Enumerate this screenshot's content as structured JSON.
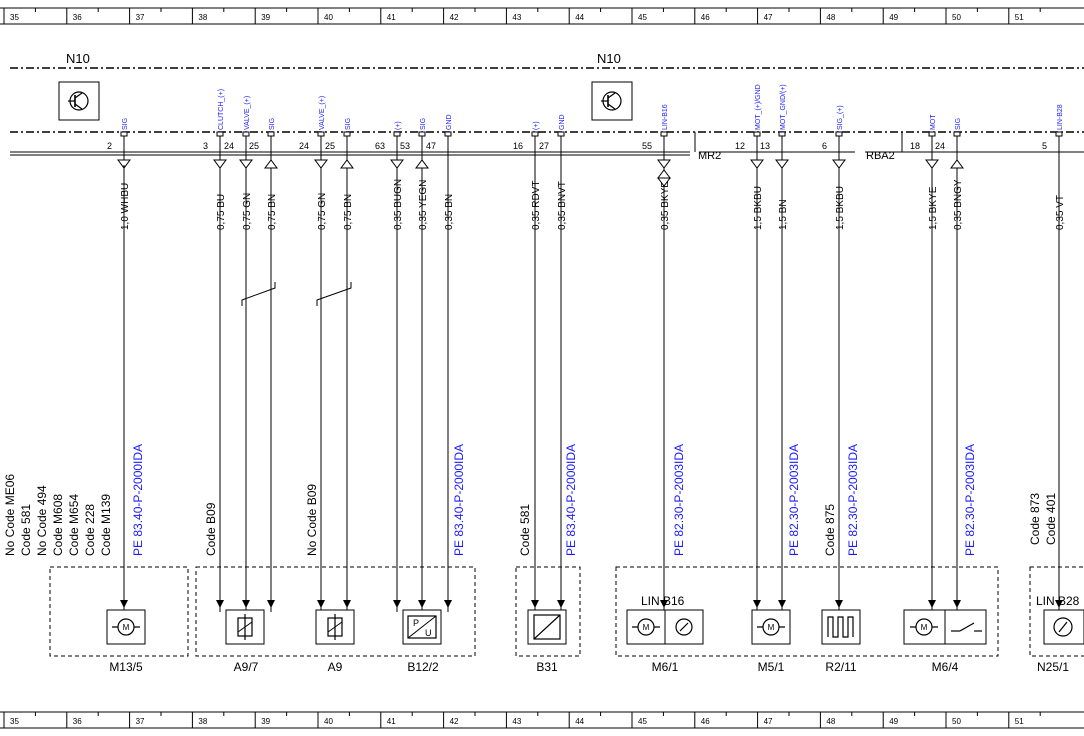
{
  "grid": [
    "35",
    "36",
    "37",
    "38",
    "39",
    "40",
    "41",
    "42",
    "43",
    "44",
    "45",
    "46",
    "47",
    "48",
    "49",
    "50",
    "51"
  ],
  "modules": [
    {
      "id": "N10",
      "label": "N10"
    },
    {
      "id": "N10b",
      "label": "N10"
    }
  ],
  "connectors": [
    "MR2",
    "RBA2"
  ],
  "wires": [
    {
      "id": "w1",
      "func": "SIG",
      "pin": "2",
      "cross": "1,0 WHBU",
      "dir": "out"
    },
    {
      "id": "w2",
      "func": "CLUTCH_(+)",
      "pin": "3",
      "cross": "0,75 BU",
      "dir": "out"
    },
    {
      "id": "w3",
      "func": "VALVE_(+)",
      "pin": "24",
      "cross": "0,75 GN",
      "dir": "out"
    },
    {
      "id": "w4",
      "func": "SIG",
      "pin": "25",
      "cross": "0,75 BN",
      "dir": "in"
    },
    {
      "id": "w5",
      "func": "VALVE_(+)",
      "pin": "24",
      "cross": "0,75 GN",
      "dir": "out"
    },
    {
      "id": "w6",
      "func": "SIG",
      "pin": "25",
      "cross": "0,75 BN",
      "dir": "in"
    },
    {
      "id": "w7",
      "func": "(+)",
      "pin": "63",
      "cross": "0,35 BUGN",
      "dir": "out"
    },
    {
      "id": "w8",
      "func": "SIG",
      "pin": "53",
      "cross": "0,35 YEGN",
      "dir": "in"
    },
    {
      "id": "w9",
      "func": "GND",
      "pin": "47",
      "cross": "0,35 BN",
      "dir": "none"
    },
    {
      "id": "w10",
      "func": "(+)",
      "pin": "16",
      "cross": "0,35 RDVT",
      "dir": "none"
    },
    {
      "id": "w11",
      "func": "GND",
      "pin": "27",
      "cross": "0,35 BNVT",
      "dir": "none"
    },
    {
      "id": "w12",
      "func": "LIN-B16",
      "pin": "55",
      "cross": "0,35 BKYE",
      "dir": "both"
    },
    {
      "id": "w13",
      "func": "MOT_(+)/GND",
      "pin": "12",
      "cross": "1,5 BKBU",
      "dir": "out"
    },
    {
      "id": "w14",
      "func": "MOT_GND/(+)",
      "pin": "13",
      "cross": "1,5 BN",
      "dir": "out"
    },
    {
      "id": "w15",
      "func": "SIG_(+)",
      "pin": "6",
      "cross": "1,5 BKBU",
      "dir": "out"
    },
    {
      "id": "w16",
      "func": "MOT",
      "pin": "18",
      "cross": "1,5 BKYE",
      "dir": "out"
    },
    {
      "id": "w17",
      "func": "SIG",
      "pin": "24",
      "cross": "0,35 BNGY",
      "dir": "in"
    },
    {
      "id": "w18",
      "func": "LIN-B28",
      "pin": "5",
      "cross": "0,35 VT",
      "dir": "none"
    }
  ],
  "references": [
    "PE 83.40-P-2000IDA",
    "PE 83.40-P-2000IDA",
    "PE 83.40-P-2000IDA",
    "PE 82.30-P-2003IDA",
    "PE 82.30-P-2003IDA",
    "PE 82.30-P-2003IDA",
    "PE 82.30-P-2003IDA"
  ],
  "codes": {
    "m13": [
      "No Code ME06",
      "Code 581",
      "No Code 494",
      "Code M608",
      "Code M654",
      "Code 228",
      "Code M139"
    ],
    "a97": [
      "Code B09"
    ],
    "a9": [
      "No Code B09"
    ],
    "b31": [
      "Code 581"
    ],
    "r211": [
      "Code 875"
    ],
    "n251": [
      "Code 873",
      "Code 401"
    ]
  },
  "components": [
    {
      "id": "M13/5",
      "label": "M13/5",
      "icon": "motor-icon"
    },
    {
      "id": "A9/7",
      "label": "A9/7",
      "icon": "solenoid-valve-icon"
    },
    {
      "id": "A9",
      "label": "A9",
      "icon": "solenoid-valve-icon"
    },
    {
      "id": "B12/2",
      "label": "B12/2",
      "icon": "pressure-sensor-icon"
    },
    {
      "id": "B31",
      "label": "B31",
      "icon": "sensor-icon"
    },
    {
      "id": "M6/1",
      "label": "M6/1",
      "icon": "motor-icon",
      "sub": "LIN B16"
    },
    {
      "id": "M5/1",
      "label": "M5/1",
      "icon": "motor-icon"
    },
    {
      "id": "R2/11",
      "label": "R2/11",
      "icon": "heater-icon"
    },
    {
      "id": "M6/4",
      "label": "M6/4",
      "icon": "motor-switch-icon"
    },
    {
      "id": "N25/1",
      "label": "N25/1",
      "icon": "control-unit-icon",
      "sub": "LIN B28"
    }
  ]
}
